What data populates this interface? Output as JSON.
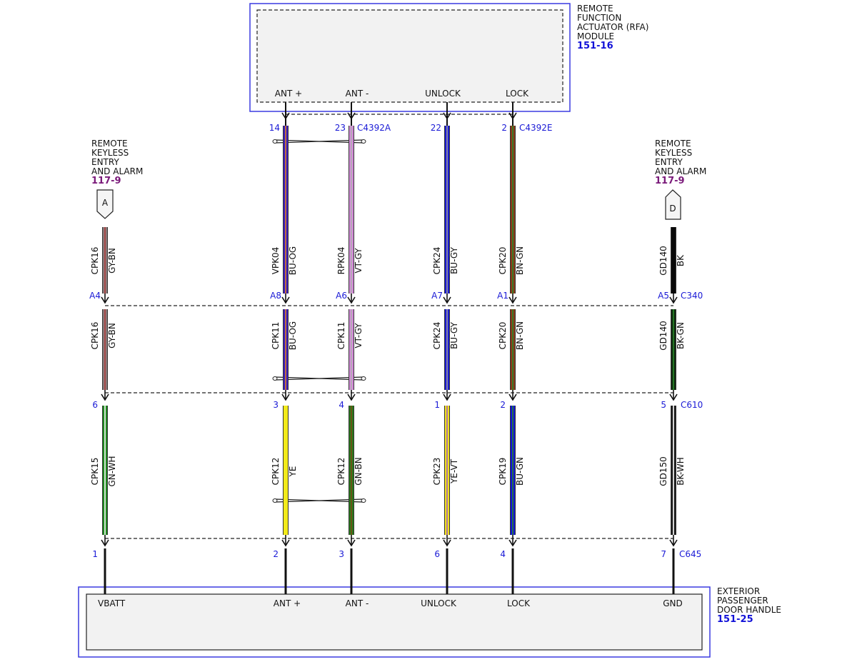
{
  "rfa_module": {
    "title_lines": [
      "REMOTE",
      "FUNCTION",
      "ACTUATOR (RFA)",
      "MODULE"
    ],
    "ref": "151-16",
    "pins": [
      "ANT +",
      "ANT -",
      "UNLOCK",
      "LOCK"
    ]
  },
  "door_handle": {
    "title_lines": [
      "EXTERIOR",
      "PASSENGER",
      "DOOR HANDLE"
    ],
    "ref": "151-25",
    "pins": [
      "VBATT",
      "ANT +",
      "ANT -",
      "UNLOCK",
      "LOCK",
      "GND"
    ]
  },
  "rke_left": {
    "title_lines": [
      "REMOTE",
      "KEYLESS",
      "ENTRY",
      "AND ALARM"
    ],
    "ref": "117-9",
    "tag": "A"
  },
  "rke_right": {
    "title_lines": [
      "REMOTE",
      "KEYLESS",
      "ENTRY",
      "AND ALARM"
    ],
    "ref": "117-9",
    "tag": "D"
  },
  "connectors": {
    "c4392a": "C4392A",
    "c4392e": "C4392E",
    "c340": "C340",
    "c610": "C610",
    "c645": "C645"
  },
  "columns": [
    {
      "id": "vbatt",
      "top_pin": "",
      "seg1": {
        "circuit": "CPK16",
        "color_code": "GY-BN",
        "color": "#8a7a7a",
        "stripe": "#b04040"
      },
      "c340_pin": "A4",
      "seg2": {
        "circuit": "CPK16",
        "color_code": "GY-BN",
        "color": "#8a7a7a",
        "stripe": "#b04040"
      },
      "c610_pin": "6",
      "seg3": {
        "circuit": "CPK15",
        "color_code": "GN-WH",
        "color": "#1f8a1f",
        "stripe": "#ffffff"
      },
      "c645_pin": "1"
    },
    {
      "id": "ant-plus",
      "top_pin": "14",
      "seg1": {
        "circuit": "VPK04",
        "color_code": "BU-OG",
        "color": "#3a1fc0",
        "stripe": "#e08020"
      },
      "c340_pin": "A8",
      "seg2": {
        "circuit": "CPK11",
        "color_code": "BU-OG",
        "color": "#3a1fc0",
        "stripe": "#e08020"
      },
      "c610_pin": "3",
      "seg3": {
        "circuit": "CPK12",
        "color_code": "YE",
        "color": "#f2ea1a",
        "stripe": "#f2ea1a"
      },
      "c645_pin": "2"
    },
    {
      "id": "ant-minus",
      "top_pin": "23",
      "seg1": {
        "circuit": "RPK04",
        "color_code": "VT-GY",
        "color": "#d38ad8",
        "stripe": "#b0b0b0"
      },
      "c340_pin": "A6",
      "seg2": {
        "circuit": "CPK11",
        "color_code": "VT-GY",
        "color": "#d38ad8",
        "stripe": "#b0b0b0"
      },
      "c610_pin": "4",
      "seg3": {
        "circuit": "CPK12",
        "color_code": "GN-BN",
        "color": "#2a7a1a",
        "stripe": "#7a4a1a"
      },
      "c645_pin": "3"
    },
    {
      "id": "unlock",
      "top_pin": "22",
      "seg1": {
        "circuit": "CPK24",
        "color_code": "BU-GY",
        "color": "#1a1ad0",
        "stripe": "#a0a0a0"
      },
      "c340_pin": "A7",
      "seg2": {
        "circuit": "CPK24",
        "color_code": "BU-GY",
        "color": "#1a1ad0",
        "stripe": "#a0a0a0"
      },
      "c610_pin": "1",
      "seg3": {
        "circuit": "CPK23",
        "color_code": "YE-VT",
        "color": "#f0e21a",
        "stripe": "#a060c0"
      },
      "c645_pin": "6"
    },
    {
      "id": "lock",
      "top_pin": "2",
      "seg1": {
        "circuit": "CPK20",
        "color_code": "BN-GN",
        "color": "#8a3a1a",
        "stripe": "#2a8a2a"
      },
      "c340_pin": "A1",
      "seg2": {
        "circuit": "CPK20",
        "color_code": "BN-GN",
        "color": "#8a3a1a",
        "stripe": "#2a8a2a"
      },
      "c610_pin": "2",
      "seg3": {
        "circuit": "CPK19",
        "color_code": "BU-GN",
        "color": "#1414d8",
        "stripe": "#2a8a2a"
      },
      "c645_pin": "4"
    },
    {
      "id": "gnd",
      "top_pin": "",
      "seg1": {
        "circuit": "GD140",
        "color_code": "BK",
        "color": "#0a0a0a",
        "stripe": "#0a0a0a"
      },
      "c340_pin": "A5",
      "seg2": {
        "circuit": "GD140",
        "color_code": "BK-GN",
        "color": "#102a10",
        "stripe": "#2a8a2a"
      },
      "c610_pin": "5",
      "seg3": {
        "circuit": "GD150",
        "color_code": "BK-WH",
        "color": "#1a1a1a",
        "stripe": "#ffffff"
      },
      "c645_pin": "7"
    }
  ]
}
